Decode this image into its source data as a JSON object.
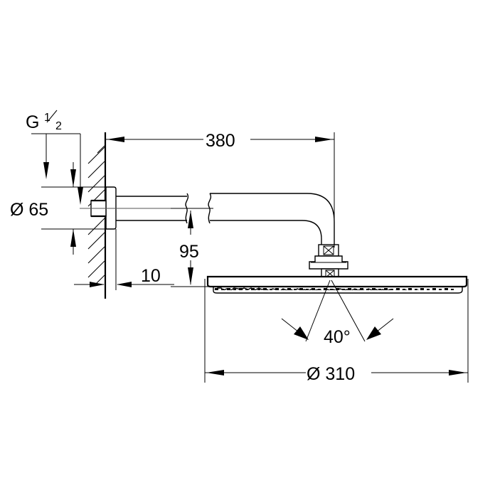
{
  "drawing": {
    "title": "Shower head technical dimension drawing",
    "product": "Wall-mounted rain shower head with arm",
    "background_color": "#ffffff",
    "line_color": "#000000",
    "units": "mm"
  },
  "dimensions": {
    "thread": {
      "label": "G",
      "fraction_numerator": "1",
      "fraction_denominator": "2",
      "name": "thread-size"
    },
    "escutcheon_diameter": {
      "symbol": "Ø",
      "value": "65",
      "text": "Ø 65",
      "name": "escutcheon-diameter"
    },
    "arm_length": {
      "value": "380",
      "text": "380",
      "name": "arm-length"
    },
    "drop_height": {
      "value": "95",
      "text": "95",
      "name": "drop-height"
    },
    "wall_offset": {
      "value": "10",
      "text": "10",
      "name": "wall-offset"
    },
    "spray_angle": {
      "value": "40",
      "text": "40°",
      "name": "spray-angle"
    },
    "head_diameter": {
      "symbol": "Ø",
      "value": "310",
      "text": "Ø 310",
      "name": "head-diameter"
    }
  }
}
